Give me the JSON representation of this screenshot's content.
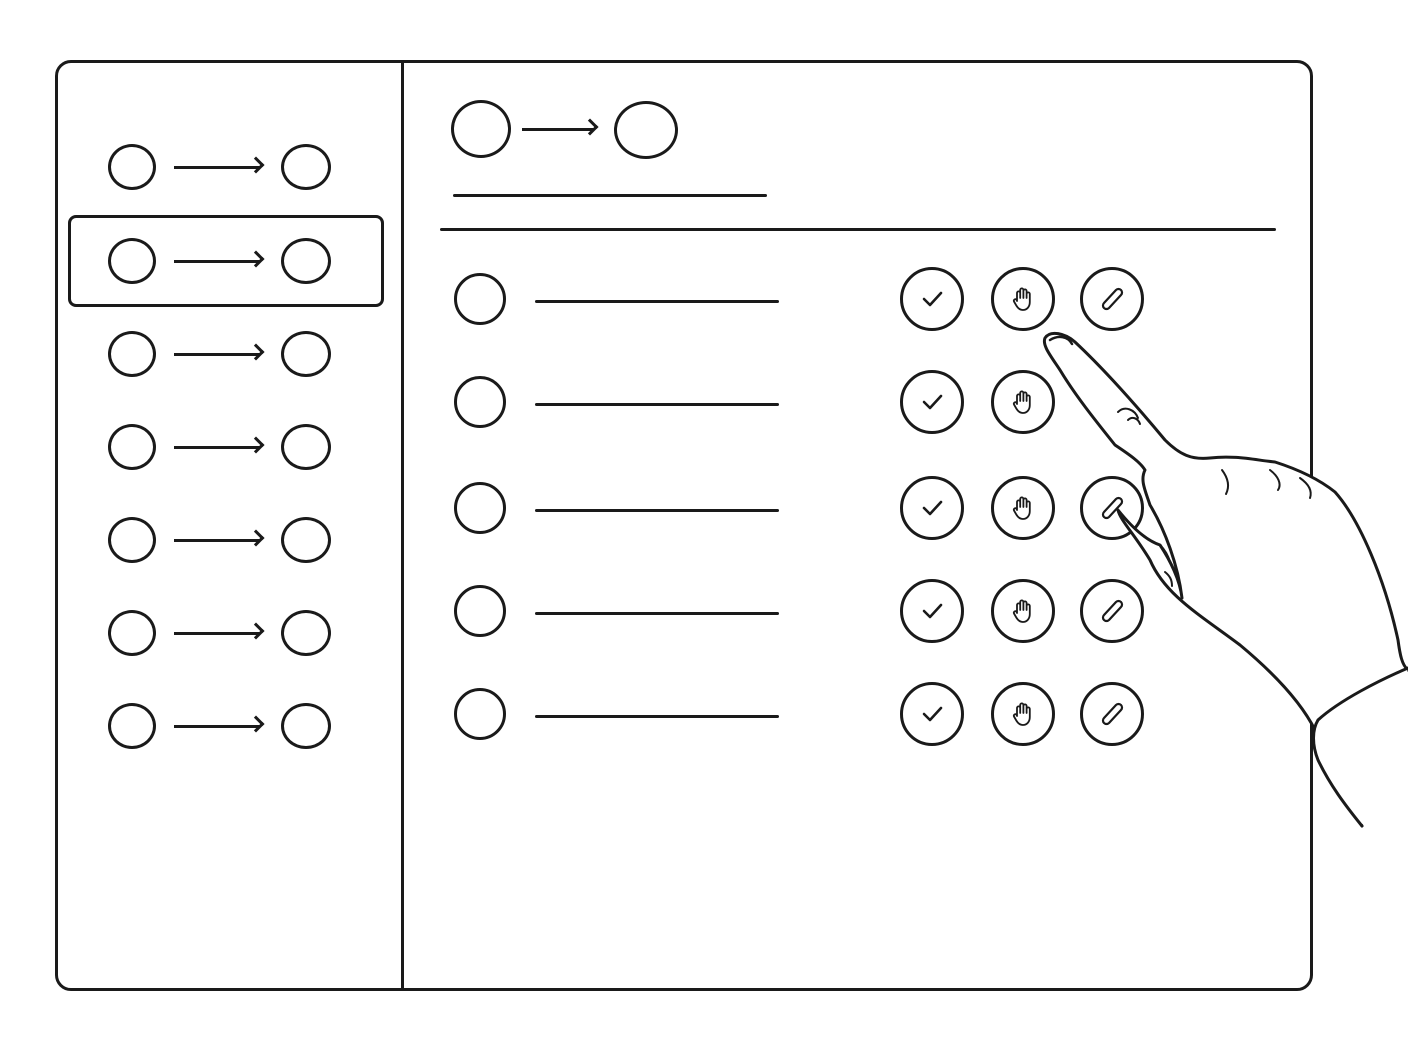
{
  "theme": {
    "stroke": "#1a1a1a",
    "background": "#ffffff"
  },
  "sidebar": {
    "selected_index": 1,
    "items": [
      {
        "icon_from": "circle",
        "icon_to": "circle"
      },
      {
        "icon_from": "circle",
        "icon_to": "circle"
      },
      {
        "icon_from": "circle",
        "icon_to": "circle"
      },
      {
        "icon_from": "circle",
        "icon_to": "circle"
      },
      {
        "icon_from": "circle",
        "icon_to": "circle"
      },
      {
        "icon_from": "circle",
        "icon_to": "circle"
      },
      {
        "icon_from": "circle",
        "icon_to": "circle"
      }
    ]
  },
  "detail": {
    "header_icons": [
      "circle",
      "arrow-right-icon",
      "circle"
    ],
    "rows": [
      {
        "actions": [
          "check-icon",
          "hand-stop-icon",
          "pencil-icon"
        ]
      },
      {
        "actions": [
          "check-icon",
          "hand-stop-icon"
        ]
      },
      {
        "actions": [
          "check-icon",
          "hand-stop-icon",
          "pencil-icon"
        ]
      },
      {
        "actions": [
          "check-icon",
          "hand-stop-icon",
          "pencil-icon"
        ]
      },
      {
        "actions": [
          "check-icon",
          "hand-stop-icon",
          "pencil-icon"
        ]
      }
    ]
  },
  "overlay": {
    "pointer": "pointing-hand-icon"
  }
}
